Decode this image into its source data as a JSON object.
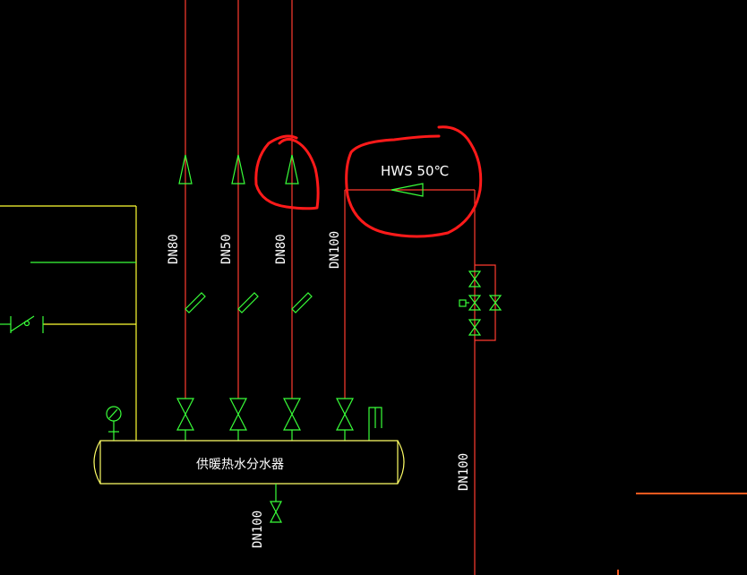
{
  "diagram": {
    "labels": {
      "pipe_1_size": "DN80",
      "pipe_2_size": "DN50",
      "pipe_3_size": "DN80",
      "pipe_4_size": "DN100",
      "hws_label": "HWS 50℃",
      "riser_size": "DN100",
      "drain_size": "DN100",
      "header_label": "供暖热水分水器"
    },
    "colors": {
      "background": "#000000",
      "pipe_red": "#ff3b2f",
      "symbol_green": "#39ff39",
      "frame_yellow": "#ffff33",
      "markup_red": "#ff1a1a",
      "orange_line": "#ff5a1f",
      "text": "#ffffff"
    },
    "icons": [
      "flow-arrow-icon",
      "gate-valve-icon",
      "pressure-gauge-icon",
      "thermometer-icon",
      "pipe-break-icon",
      "switch-icon"
    ]
  }
}
